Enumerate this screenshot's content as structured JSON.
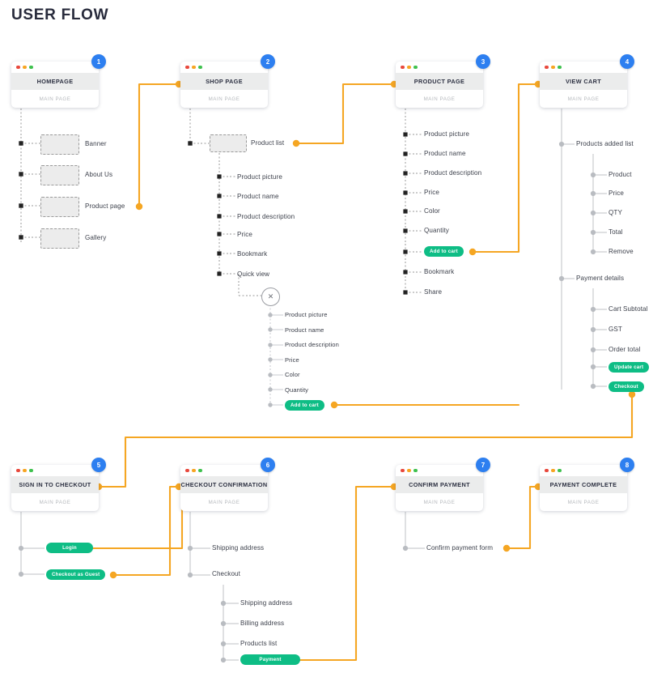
{
  "title": "USER FLOW",
  "theme": {
    "accent_orange": "#f5a623",
    "green": "#0ebd85",
    "badge_blue": "#2d7ff0",
    "title_color": "#282b3c",
    "node_black": "#222222",
    "node_grey": "#b9bcc1"
  },
  "card_subtitle": "MAIN PAGE",
  "close_icon": "✕",
  "cards": [
    {
      "num": "1",
      "title": "HOMEPAGE",
      "sub": "MAIN PAGE"
    },
    {
      "num": "2",
      "title": "SHOP PAGE",
      "sub": "MAIN PAGE"
    },
    {
      "num": "3",
      "title": "PRODUCT PAGE",
      "sub": "MAIN PAGE"
    },
    {
      "num": "4",
      "title": "VIEW CART",
      "sub": "MAIN PAGE"
    },
    {
      "num": "5",
      "title": "SIGN IN TO CHECKOUT",
      "sub": "MAIN PAGE"
    },
    {
      "num": "6",
      "title": "CHECKOUT CONFIRMATION",
      "sub": "MAIN PAGE"
    },
    {
      "num": "7",
      "title": "CONFIRM PAYMENT",
      "sub": "MAIN PAGE"
    },
    {
      "num": "8",
      "title": "PAYMENT COMPLETE",
      "sub": "MAIN PAGE"
    }
  ],
  "homepage": {
    "items": [
      "Banner",
      "About Us",
      "Product page",
      "Gallery"
    ]
  },
  "shop_page": {
    "root": "Product list",
    "items": [
      "Product picture",
      "Product name",
      "Product description",
      "Price",
      "Bookmark",
      "Quick view"
    ],
    "quick_view": {
      "items": [
        "Product picture",
        "Product name",
        "Product description",
        "Price",
        "Color",
        "Quantity"
      ],
      "button": "Add to cart"
    }
  },
  "product_page": {
    "items": [
      "Product picture",
      "Product name",
      "Product description",
      "Price",
      "Color",
      "Quantity"
    ],
    "button": "Add to cart",
    "items_after": [
      "Bookmark",
      "Share"
    ]
  },
  "view_cart": {
    "group1": {
      "label": "Products added list",
      "items": [
        "Product",
        "Price",
        "QTY",
        "Total",
        "Remove"
      ]
    },
    "group2": {
      "label": "Payment details",
      "items": [
        "Cart Subtotal",
        "GST",
        "Order total"
      ],
      "buttons": [
        "Update cart",
        "Checkout"
      ]
    }
  },
  "sign_in": {
    "buttons": [
      "Login",
      "Checkout as Guest"
    ]
  },
  "checkout_confirmation": {
    "items": [
      "Shipping address",
      "Checkout"
    ],
    "sub_items": [
      "Shipping address",
      "Billing address",
      "Products list"
    ],
    "button": "Payment"
  },
  "confirm_payment": {
    "items": [
      "Confirm payment form"
    ]
  }
}
